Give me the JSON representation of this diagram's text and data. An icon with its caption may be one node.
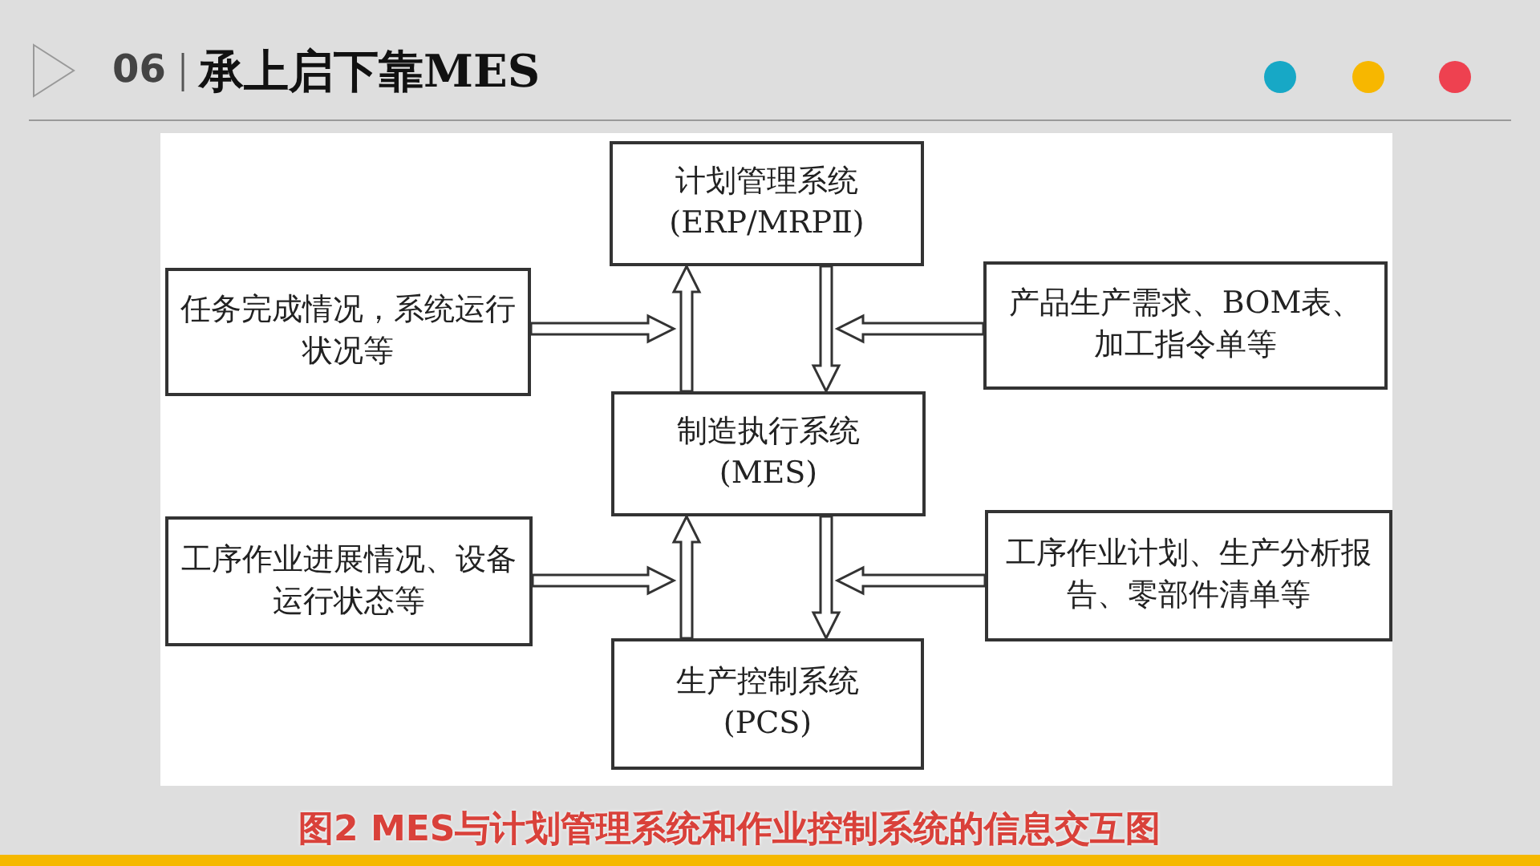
{
  "diagram": {
    "title": "承上启下靠MES",
    "caption": "图2 MES与计划管理系统和作业控制系统的信息交互图",
    "nodes": [
      {
        "text": [
          "计划管理系统",
          "(ERP/MRPⅡ)"
        ]
      },
      {
        "text": [
          "任务完成情况，系统运行状况等"
        ]
      },
      {
        "text": [
          "产品生产需求、BOM表、加工指令单等"
        ]
      },
      {
        "text": [
          "制造执行系统",
          "(MES)"
        ]
      },
      {
        "text": [
          "工序作业进展情况、设备运行状态等"
        ]
      },
      {
        "text": [
          "工序作业计划、生产分析报告、零部件清单等"
        ]
      },
      {
        "text": [
          "生产控制系统",
          "(PCS)"
        ]
      }
    ],
    "edges": [
      {
        "from": 3,
        "to": 0,
        "arrow": "to"
      },
      {
        "from": 0,
        "to": 3,
        "arrow": "to"
      },
      {
        "from": 1,
        "to": null,
        "arrow": "to"
      },
      {
        "from": 2,
        "to": null,
        "arrow": "to"
      },
      {
        "from": 6,
        "to": 3,
        "arrow": "to"
      },
      {
        "from": 3,
        "to": 6,
        "arrow": "to"
      },
      {
        "from": 4,
        "to": null,
        "arrow": "to"
      },
      {
        "from": 5,
        "to": null,
        "arrow": "to"
      }
    ],
    "labels": [
      "06"
    ]
  }
}
